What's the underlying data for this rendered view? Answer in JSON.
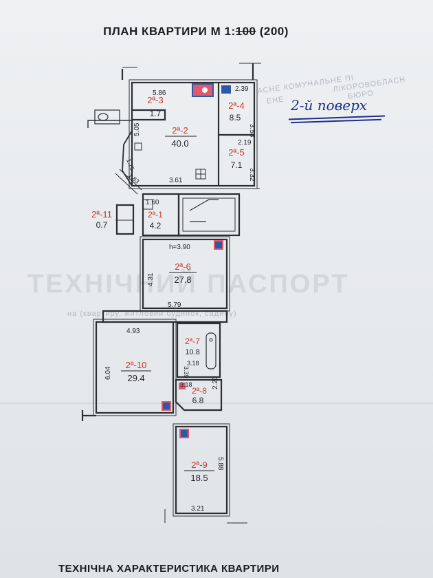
{
  "header": {
    "title_prefix": "ПЛАН КВАРТИРИ М 1:",
    "title_struck": "100",
    "title_suffix": " (200)"
  },
  "floor_note": "2-й поверх",
  "footer_title": "ТЕХНІЧНА ХАРАКТЕРИСТИКА КВАРТИРИ",
  "rooms": [
    {
      "id": "2ª-1",
      "area": "4.2"
    },
    {
      "id": "2ª-2",
      "area": "40.0"
    },
    {
      "id": "2ª-3",
      "area": "1.7"
    },
    {
      "id": "2ª-4",
      "area": "8.5"
    },
    {
      "id": "2ª-5",
      "area": "7.1"
    },
    {
      "id": "2ª-6",
      "area": "27.8"
    },
    {
      "id": "2ª-7",
      "area": "10.8"
    },
    {
      "id": "2ª-8",
      "area": "6.8"
    },
    {
      "id": "2ª-9",
      "area": "18.5"
    },
    {
      "id": "2ª-10",
      "area": "29.4"
    },
    {
      "id": "2ª-11",
      "area": "0.7"
    }
  ],
  "dimensions": {
    "d_586": "5.86",
    "d_239": "2.39",
    "d_358": "3.58",
    "d_219": "2.19",
    "d_332": "3.32",
    "d_505": "5.05",
    "d_115": "1.15",
    "d_183": "1.83",
    "d_361": "3.61",
    "d_160": "1.60",
    "height": "h=3.90",
    "d_431": "4.31",
    "d_579": "5.79",
    "d_493": "4.93",
    "d_604": "6.04",
    "d_339": "3.39",
    "d_318a": "3.18",
    "d_318b": "3.18",
    "d_220": "2.20",
    "d_588": "5.88",
    "d_321": "3.21"
  },
  "background_text": {
    "line1": "АСНЕ КОМУНАЛЬНЕ ПІ",
    "line2": "ЛІКОРОВОБЛАСН",
    "line3": "ЕНЕ",
    "line4": "БЮРО",
    "big": "ТЕХНІЧНИЙ ПАСПОРТ",
    "sub": "на (квартиру, житловий будинок, садибу)"
  },
  "colors": {
    "annotation_blue": "#1c2f8a",
    "room_red": "#c0392b",
    "icon_pink": "#e05a6d",
    "icon_blue": "#2c5aa8"
  }
}
